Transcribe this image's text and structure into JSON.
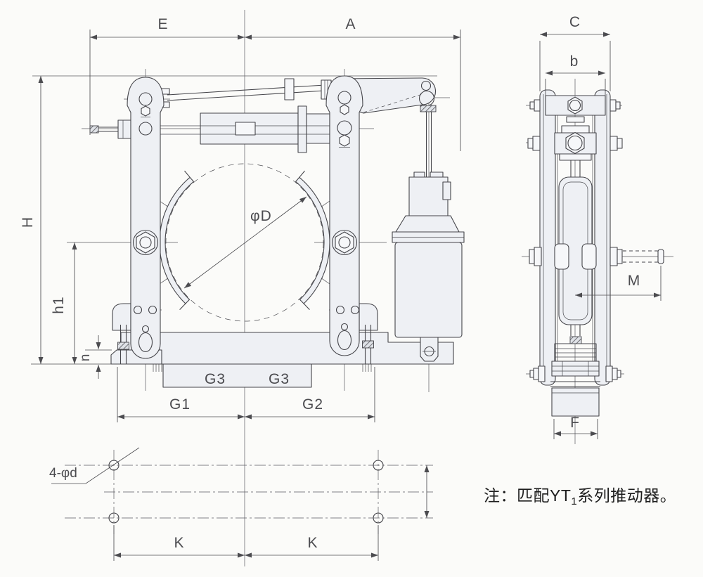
{
  "labels": {
    "e": "E",
    "a": "A",
    "h": "H",
    "h1": "h1",
    "n": "n",
    "phi_d": "φD",
    "g3_left": "G3",
    "g3_right": "G3",
    "g1": "G1",
    "g2": "G2",
    "k_left": "K",
    "k_right": "K",
    "holes": "4-φd",
    "c": "C",
    "b": "b",
    "m": "M",
    "f": "F"
  },
  "note": {
    "prefix": "注：匹配YT",
    "subscript": "1",
    "suffix": "系列推动器。"
  },
  "colors": {
    "paper": "#fbfbf9",
    "line": "#45454a",
    "part_fill": "#eef0f4",
    "dim_text": "#4c4c50",
    "note_text": "#1d1d1d"
  }
}
